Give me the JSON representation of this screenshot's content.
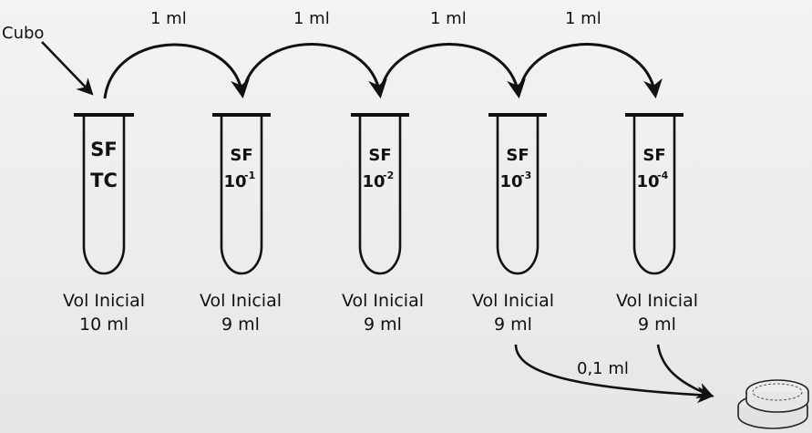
{
  "source_label": "Cubo",
  "transfer_label": "1 ml",
  "plating_label": "0,1 ml",
  "tubes": [
    {
      "line1": "SF",
      "line2": "TC",
      "exponent": "",
      "vol_label": "Vol Inicial",
      "vol_value": "10 ml"
    },
    {
      "line1": "SF",
      "line2": "10",
      "exponent": "-1",
      "vol_label": "Vol Inicial",
      "vol_value": "9 ml"
    },
    {
      "line1": "SF",
      "line2": "10",
      "exponent": "-2",
      "vol_label": "Vol Inicial",
      "vol_value": "9 ml"
    },
    {
      "line1": "SF",
      "line2": "10",
      "exponent": "-3",
      "vol_label": "Vol Inicial",
      "vol_value": "9 ml"
    },
    {
      "line1": "SF",
      "line2": "10",
      "exponent": "-4",
      "vol_label": "Vol Inicial",
      "vol_value": "9 ml"
    }
  ],
  "colors": {
    "ink": "#111111",
    "background": "#efefef"
  }
}
